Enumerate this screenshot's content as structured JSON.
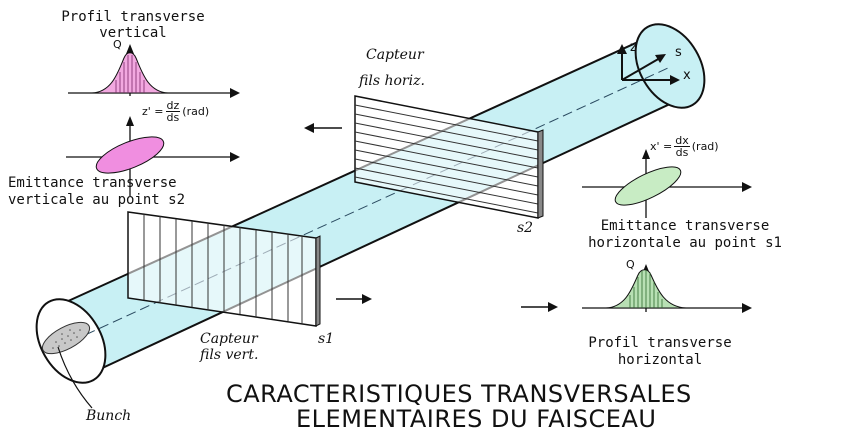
{
  "labels": {
    "profil_vertical_l1": "Profil transverse",
    "profil_vertical_l2": "vertical",
    "q_top": "Q",
    "zprime_lhs": "z' =",
    "zprime_num": "dz",
    "zprime_den": "ds",
    "zprime_unit": "(rad)",
    "emit_vert_l1": "Emittance transverse",
    "emit_vert_l2": "verticale au point s2",
    "capteur_horiz_l1": "Capteur",
    "capteur_horiz_l2": "fils horiz.",
    "s2": "s2",
    "axis_z": "z",
    "axis_s": "s",
    "axis_x": "x",
    "xprime_lhs": "x' =",
    "xprime_num": "dx",
    "xprime_den": "ds",
    "xprime_unit": "(rad)",
    "emit_horiz_l1": "Emittance transverse",
    "emit_horiz_l2": "horizontale au point s1",
    "q_bottom": "Q",
    "capteur_vert_l1": "Capteur",
    "capteur_vert_l2": "fils vert.",
    "s1": "s1",
    "profil_horiz_l1": "Profil transverse",
    "profil_horiz_l2": "horizontal",
    "bunch": "Bunch"
  },
  "title": {
    "line1": "CARACTERISTIQUES TRANSVERSALES",
    "line2": "ELEMENTAIRES DU FAISCEAU"
  },
  "colors": {
    "beam_pipe": "#c8f0f4",
    "vertical_profile": "#f2a8e0",
    "vertical_emittance": "#f08ee0",
    "horizontal_emittance": "#c8ecc4",
    "horizontal_profile": "#b8e0b4",
    "bunch": "#c8c8c8"
  }
}
